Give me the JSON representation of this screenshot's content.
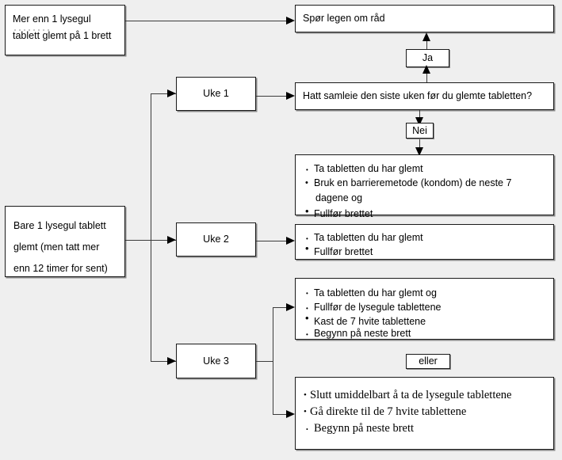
{
  "diagram": {
    "title": "Glemt p-pille flytskjema",
    "background_color": "#efefef",
    "box_fill": "#ffffff",
    "box_border": "#1a1a1a",
    "shadow_color": "#8a8a8a"
  },
  "start_nodes": {
    "top": {
      "line1": "Mer enn 1 lysegul",
      "line2": "tablett glemt på 1 brett"
    },
    "bottom": {
      "line1": "Bare 1 lysegul tablett",
      "line2": "glemt (men tatt mer",
      "line3": "enn 12 timer for sent)"
    }
  },
  "week_nodes": [
    {
      "label": "Uke 1"
    },
    {
      "label": "Uke 2"
    },
    {
      "label": "Uke 3"
    }
  ],
  "decision": {
    "question": "Hatt samleie den siste uken før du glemte tabletten?",
    "yes_label": "Ja",
    "no_label": "Nei",
    "or_label": "eller"
  },
  "advice": {
    "doctor": "Spør legen om råd",
    "week1_no": [
      "Ta tabletten du har glemt",
      "Bruk en barrieremetode (kondom) de neste 7",
      "dagene og",
      "Fullfør brettet"
    ],
    "week2": [
      "Ta tabletten du har glemt",
      "Fullfør brettet"
    ],
    "week3_option_a": [
      "Ta tabletten du har glemt og",
      "Fullfør de lysegule tablettene",
      "Kast de 7 hvite tablettene",
      "Begynn på neste brett"
    ],
    "week3_option_b": [
      "Slutt umiddelbart å ta de lysegule tablettene",
      "Gå direkte til de 7 hvite tablettene",
      "Begynn på neste brett"
    ]
  }
}
